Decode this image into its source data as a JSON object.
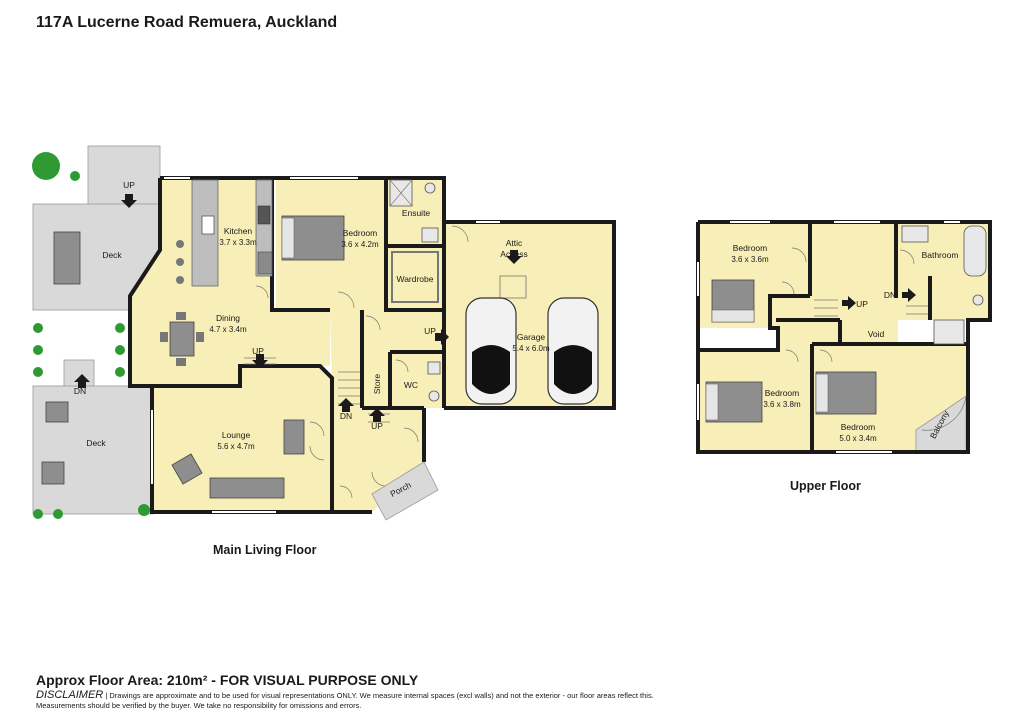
{
  "title": "117A Lucerne Road Remuera, Auckland",
  "floors": {
    "main": "Main Living Floor",
    "upper": "Upper  Floor"
  },
  "rooms": {
    "kitchen": {
      "name": "Kitchen",
      "dims": "3.7 x 3.3m"
    },
    "bedroom_main": {
      "name": "Bedroom",
      "dims": "3.6 x 4.2m"
    },
    "ensuite": {
      "name": "Ensuite"
    },
    "wardrobe": {
      "name": "Wardrobe"
    },
    "attic": {
      "name": "Attic",
      "line2": "Access"
    },
    "garage": {
      "name": "Garage",
      "dims": "5.4 x 6.0m"
    },
    "dining": {
      "name": "Dining",
      "dims": "4.7 x 3.4m"
    },
    "lounge": {
      "name": "Lounge",
      "dims": "5.6 x 4.7m"
    },
    "store": {
      "name": "Store"
    },
    "wc": {
      "name": "WC"
    },
    "porch": {
      "name": "Porch"
    },
    "deck_top": {
      "name": "Deck"
    },
    "deck_bottom": {
      "name": "Deck"
    },
    "up_bed1": {
      "name": "Bedroom",
      "dims": "3.6 x 3.6m"
    },
    "bathroom": {
      "name": "Bathroom"
    },
    "void": {
      "name": "Void"
    },
    "up_bed2": {
      "name": "Bedroom",
      "dims": "3.6 x 3.8m"
    },
    "up_bed3": {
      "name": "Bedroom",
      "dims": "5.0 x 3.4m"
    },
    "balcony": {
      "name": "Balcony"
    }
  },
  "stairs": {
    "up": "UP",
    "dn": "DN"
  },
  "footer": {
    "area": "Approx Floor Area: 210m² - FOR VISUAL PURPOSE ONLY",
    "disclaimer_head": "DISCLAIMER",
    "disclaimer_body": " | Drawings are approximate and to be used for visual representations ONLY. We measure internal spaces (excl walls) and not the exterior - our floor areas reflect this. Measurements should be verified by the buyer. We take no responsibility for omissions and errors."
  },
  "colors": {
    "room_fill": "#f8eeb8",
    "deck_fill": "#d9d9d9",
    "wall": "#1a1a1a",
    "plant": "#2f9a33"
  }
}
